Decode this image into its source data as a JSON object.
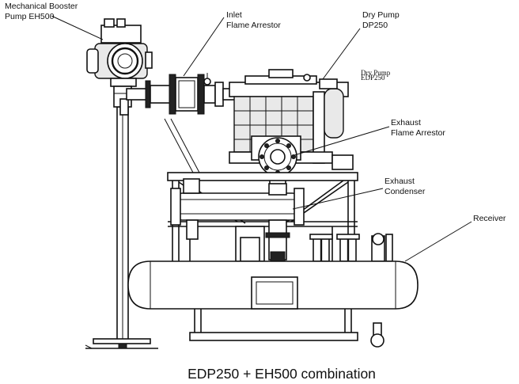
{
  "labels": {
    "booster_line1": "Mechanical Booster",
    "booster_line2": "Pump EH500",
    "inlet_line1": "Inlet",
    "inlet_line2": "Flame Arrestor",
    "drypump_line1": "Dry Pump",
    "drypump_line2": "DP250",
    "drypump_overlay_1": "Dry Pump",
    "drypump_overlay_2": "EDP250",
    "exhaust_fa_line1": "Exhaust",
    "exhaust_fa_line2": "Flame Arrestor",
    "condenser_line1": "Exhaust",
    "condenser_line2": "Condenser",
    "receiver": "Receiver"
  },
  "caption": "EDP250 + EH500 combination"
}
